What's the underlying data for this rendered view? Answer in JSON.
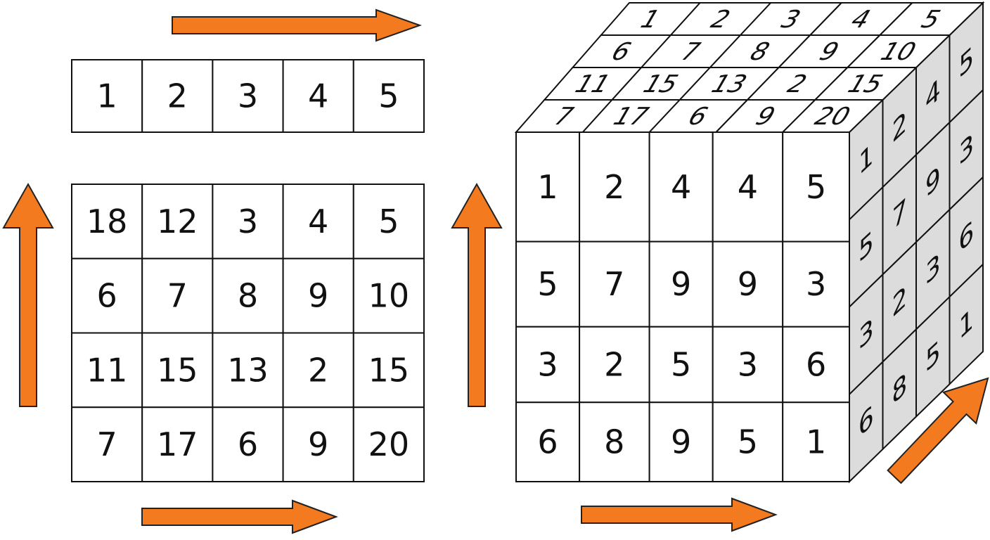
{
  "colors": {
    "arrow_fill": "#f47a20",
    "arrow_stroke": "#222222",
    "grid_line": "#111111",
    "cell_fill": "#ffffff",
    "side_face_fill": "#dcdcdc"
  },
  "arrows": {
    "top_right": "arrow-right",
    "left_up": "arrow-up",
    "bottom_right": "arrow-right",
    "middle_up": "arrow-up",
    "cube_bottom_right": "arrow-right",
    "cube_diagonal": "arrow-up-right"
  },
  "left_panel": {
    "header_row": [
      "1",
      "2",
      "3",
      "4",
      "5"
    ],
    "matrix": [
      [
        "18",
        "12",
        "3",
        "4",
        "5"
      ],
      [
        "6",
        "7",
        "8",
        "9",
        "10"
      ],
      [
        "11",
        "15",
        "13",
        "2",
        "15"
      ],
      [
        "7",
        "17",
        "6",
        "9",
        "20"
      ]
    ]
  },
  "cube": {
    "top_face": [
      [
        "1",
        "2",
        "3",
        "4",
        "5"
      ],
      [
        "6",
        "7",
        "8",
        "9",
        "10"
      ],
      [
        "11",
        "15",
        "13",
        "2",
        "15"
      ],
      [
        "7",
        "17",
        "6",
        "9",
        "20"
      ]
    ],
    "front_face": [
      [
        "1",
        "2",
        "4",
        "4",
        "5"
      ],
      [
        "5",
        "7",
        "9",
        "9",
        "3"
      ],
      [
        "3",
        "2",
        "5",
        "3",
        "6"
      ],
      [
        "6",
        "8",
        "9",
        "5",
        "1"
      ]
    ],
    "side_face": [
      [
        "1",
        "2",
        "4",
        "5"
      ],
      [
        "5",
        "7",
        "9",
        "3"
      ],
      [
        "3",
        "2",
        "3",
        "6"
      ],
      [
        "6",
        "8",
        "5",
        "1"
      ]
    ]
  }
}
